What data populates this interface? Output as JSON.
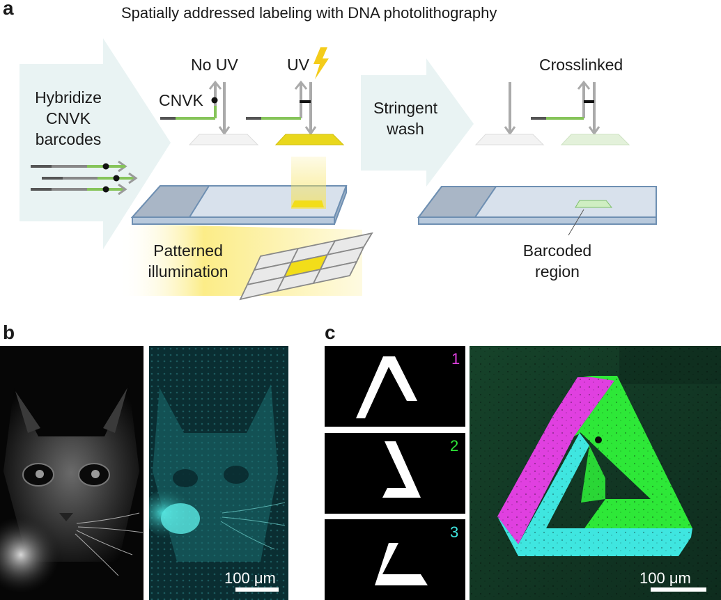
{
  "figure": {
    "panel_a": {
      "letter": "a",
      "title": "Spatially addressed labeling with DNA photolithography",
      "step1_label": [
        "Hybridize",
        "CNVK",
        "barcodes"
      ],
      "no_uv_label": "No UV",
      "uv_label": "UV",
      "cnvk_label": "CNVK",
      "step2_label": [
        "Stringent",
        "wash"
      ],
      "crosslinked_label": "Crosslinked",
      "illumination_label": [
        "Patterned",
        "illumination"
      ],
      "region_label": [
        "Barcoded",
        "region"
      ]
    },
    "panel_b": {
      "letter": "b",
      "scale_bar": "100 μm"
    },
    "panel_c": {
      "letter": "c",
      "pattern_numbers": [
        "1",
        "2",
        "3"
      ],
      "scale_bar": "100 μm"
    },
    "colors": {
      "arrow_fill": "#e9f3f3",
      "strand_green": "#86c45a",
      "uv_yellow": "#f2dd1a",
      "magenta": "#e040e0",
      "green": "#2ee838",
      "cyan": "#3fe6e0",
      "slide_blue": "#c9d6e6"
    }
  }
}
